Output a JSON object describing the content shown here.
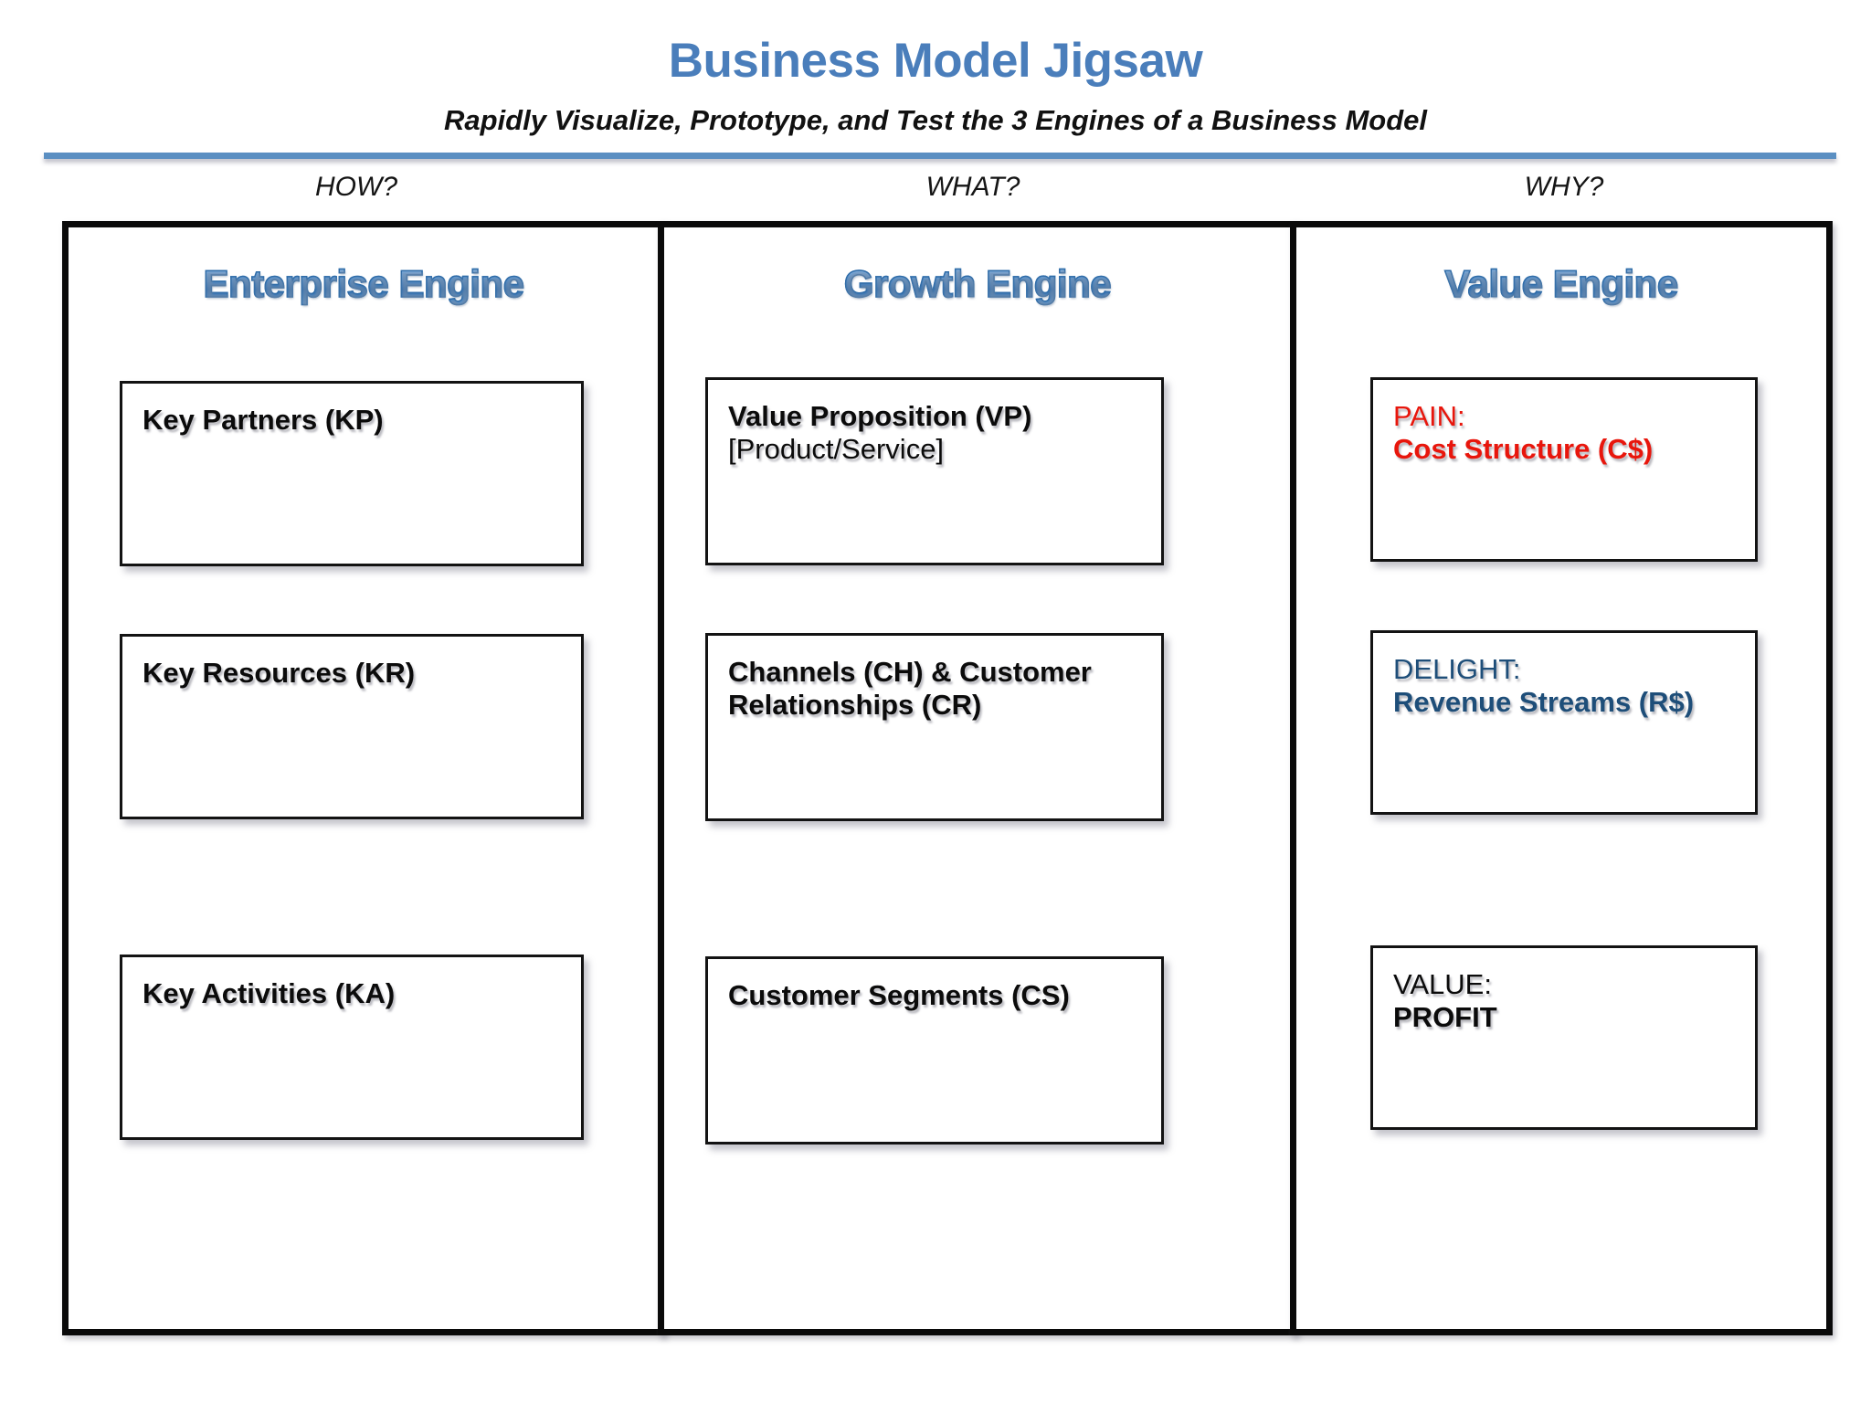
{
  "header": {
    "title": "Business Model Jigsaw",
    "subtitle": "Rapidly Visualize, Prototype, and Test the 3 Engines of a Business Model",
    "title_color": "#4A7EBB",
    "rule_color": "#5B8FC2"
  },
  "questions": {
    "how": "HOW?",
    "what": "WHAT?",
    "why": "WHY?"
  },
  "columns": {
    "enterprise": {
      "title": "Enterprise Engine",
      "question": "HOW?",
      "cards": [
        {
          "lines": [
            {
              "text": "Key Partners (KP)",
              "weight": "bold",
              "color": "#0b0b0b"
            }
          ]
        },
        {
          "lines": [
            {
              "text": "Key Resources (KR)",
              "weight": "bold",
              "color": "#0b0b0b"
            }
          ]
        },
        {
          "lines": [
            {
              "text": "Key Activities (KA)",
              "weight": "bold",
              "color": "#0b0b0b"
            }
          ]
        }
      ]
    },
    "growth": {
      "title": "Growth Engine",
      "question": "WHAT?",
      "cards": [
        {
          "lines": [
            {
              "text": "Value Proposition (VP)",
              "weight": "bold",
              "color": "#0b0b0b"
            },
            {
              "text": "[Product/Service]",
              "weight": "normal",
              "color": "#0b0b0b"
            }
          ]
        },
        {
          "lines": [
            {
              "text": "Channels (CH) & Customer\nRelationships (CR)",
              "weight": "bold",
              "color": "#0b0b0b"
            }
          ]
        },
        {
          "lines": [
            {
              "text": "Customer Segments (CS)",
              "weight": "bold",
              "color": "#0b0b0b"
            }
          ]
        }
      ]
    },
    "value": {
      "title": "Value Engine",
      "question": "WHY?",
      "cards": [
        {
          "lines": [
            {
              "text": "PAIN:",
              "weight": "normal",
              "color": "#E8160C"
            },
            {
              "text": "Cost Structure (C$)",
              "weight": "bold",
              "color": "#E8160C"
            }
          ]
        },
        {
          "lines": [
            {
              "text": "DELIGHT:",
              "weight": "normal",
              "color": "#1E4E79"
            },
            {
              "text": "Revenue Streams (R$)",
              "weight": "bold",
              "color": "#1E4E79"
            }
          ]
        },
        {
          "lines": [
            {
              "text": "VALUE:",
              "weight": "normal",
              "color": "#0b0b0b"
            },
            {
              "text": "PROFIT",
              "weight": "bold",
              "color": "#0b0b0b"
            }
          ]
        }
      ]
    }
  },
  "engine_title_colors": {
    "gradient_light": "#9EC2E6",
    "gradient_dark": "#2C6DB0",
    "outline": "#2F6CA8"
  }
}
